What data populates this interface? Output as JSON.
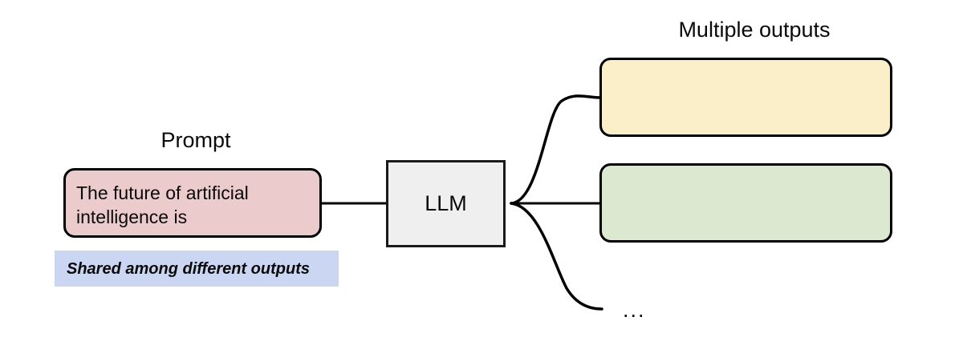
{
  "diagram": {
    "title": "LLM multiple outputs diagram",
    "background_color": "#ffffff",
    "stroke_color": "#000000"
  },
  "prompt": {
    "label": "Prompt",
    "text": "The future of artificial intelligence is",
    "fill_color": "#EBCBCB",
    "note": "Shared among different outputs",
    "note_fill_color": "#CBD6F2"
  },
  "model": {
    "label": "LLM",
    "fill_color": "#EFEFEF"
  },
  "outputs": {
    "label": "Multiple outputs",
    "items": [
      {
        "text": "",
        "fill_color": "#FBEFC9"
      },
      {
        "text": "",
        "fill_color": "#DCE8D0"
      }
    ],
    "more_indicator": "..."
  }
}
